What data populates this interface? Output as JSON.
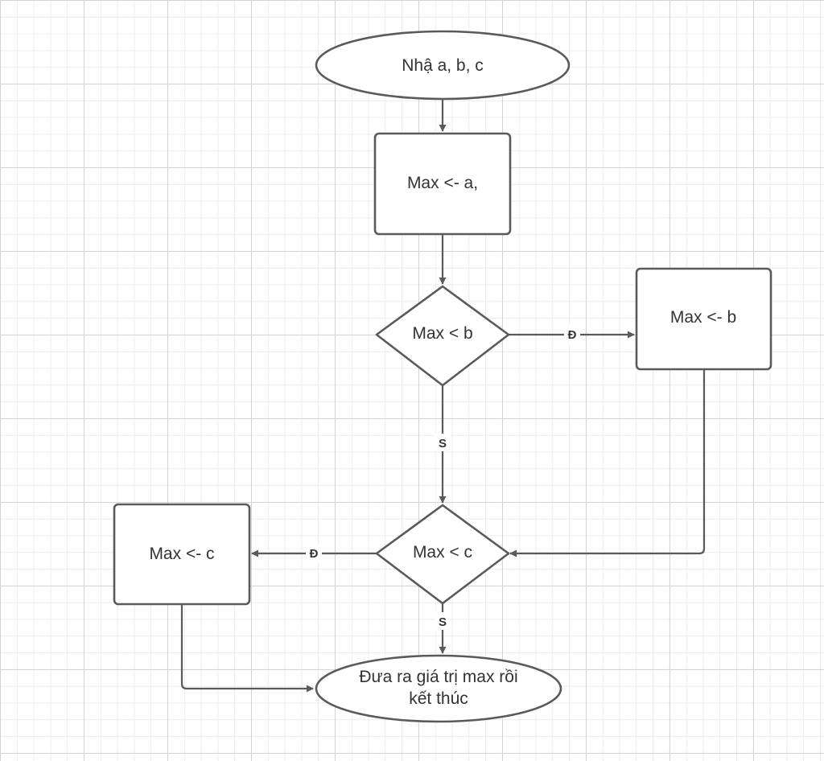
{
  "diagram": {
    "nodes": {
      "start": {
        "label": "Nhậ a, b, c"
      },
      "assign_a": {
        "label": "Max <- a,"
      },
      "cond_b": {
        "label": "Max < b"
      },
      "assign_b": {
        "label": "Max <- b"
      },
      "cond_c": {
        "label": "Max < c"
      },
      "assign_c": {
        "label": "Max <- c"
      },
      "end": {
        "label_line1": "Đưa ra giá trị max rồi",
        "label_line2": "kết thúc"
      }
    },
    "edges": {
      "cond_b_true": "Đ",
      "cond_b_false": "S",
      "cond_c_true": "Đ",
      "cond_c_false": "S"
    },
    "colors": {
      "stroke": "#5a5a5a",
      "text": "#333333",
      "grid": "#d4d4d4",
      "background": "#ffffff"
    }
  }
}
